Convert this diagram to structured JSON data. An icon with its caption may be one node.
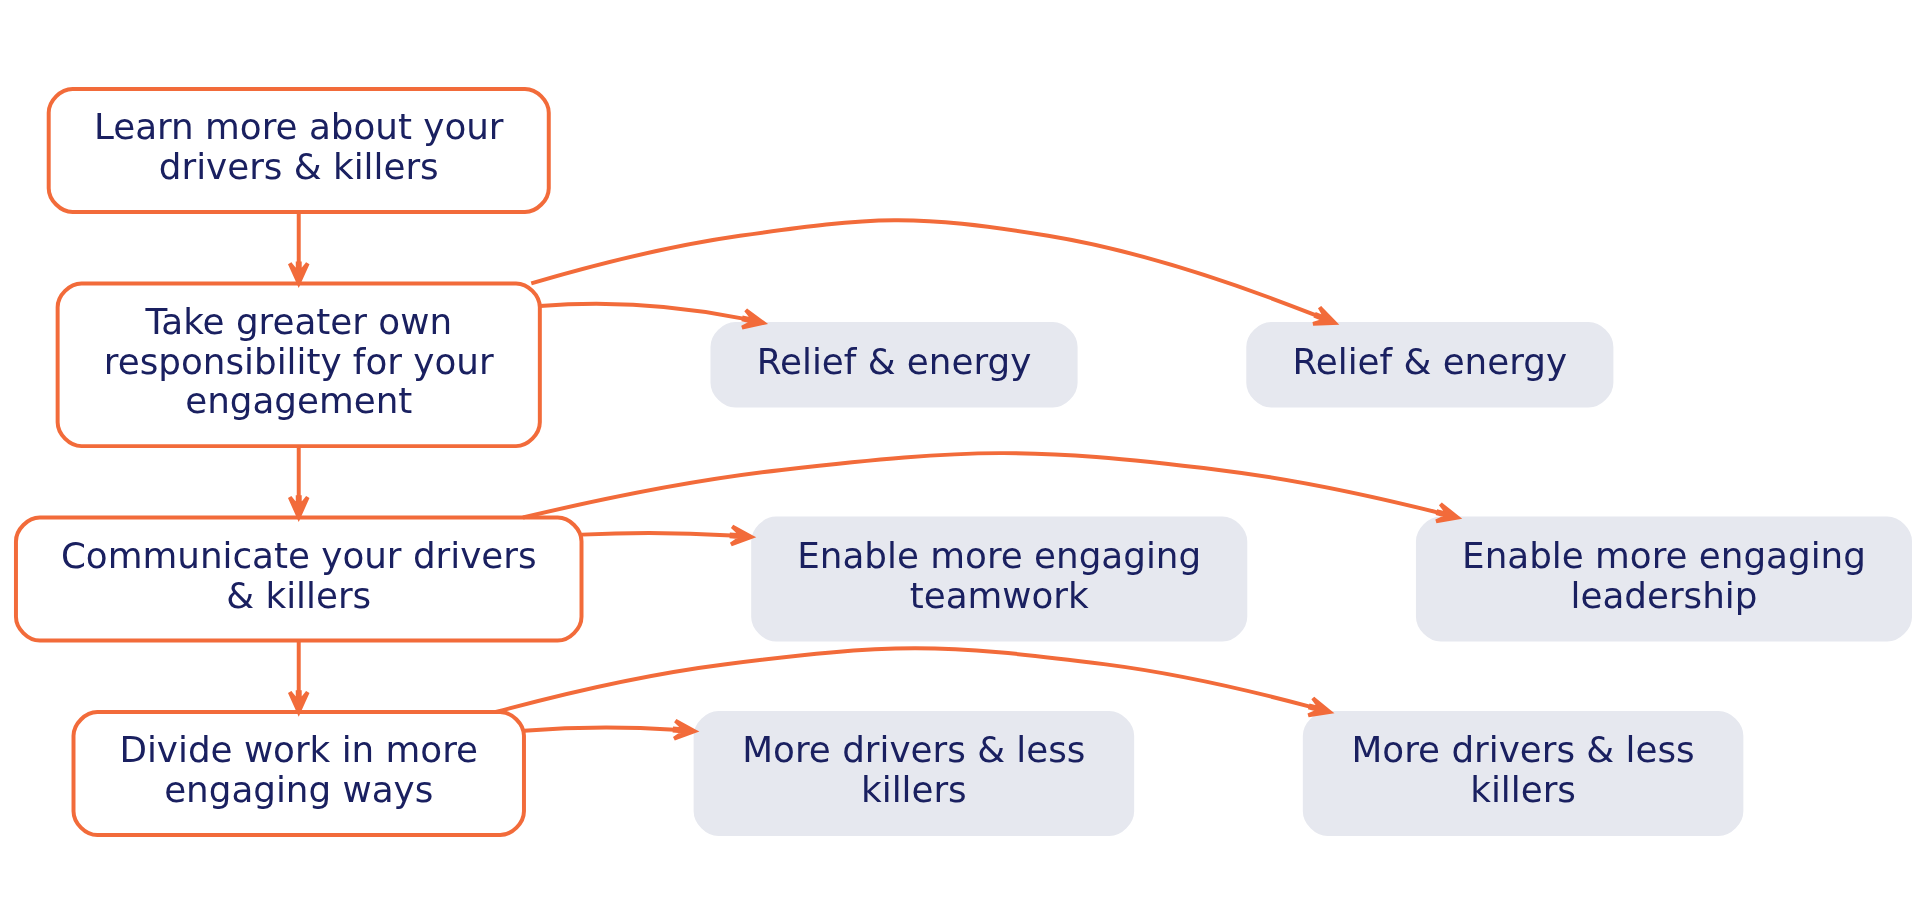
{
  "diagram": {
    "nodes": [
      {
        "text": [
          "Learn more about your drivers & killers"
        ]
      },
      {
        "text": [
          "Relief & energy"
        ]
      },
      {
        "text": [
          "Relief & energy"
        ]
      },
      {
        "text": [
          "Take greater own responsibility for your engagement"
        ]
      },
      {
        "text": [
          "Enable more engaging leadership"
        ]
      },
      {
        "text": [
          "Enable more engaging teamwork"
        ]
      },
      {
        "text": [
          "Communicate your drivers & killers"
        ]
      },
      {
        "text": [
          "More drivers & less killers"
        ]
      },
      {
        "text": [
          "More drivers & less killers"
        ]
      },
      {
        "text": [
          "Divide work in more engaging ways"
        ]
      }
    ],
    "edges": [
      {
        "from": 0,
        "to": 3,
        "arrow": "to"
      },
      {
        "from": 3,
        "to": 1,
        "arrow": "to"
      },
      {
        "from": 3,
        "to": 2,
        "arrow": "to"
      },
      {
        "from": 3,
        "to": 6,
        "arrow": "to"
      },
      {
        "from": 6,
        "to": 4,
        "arrow": "to"
      },
      {
        "from": 6,
        "to": 5,
        "arrow": "to"
      },
      {
        "from": 6,
        "to": 9,
        "arrow": "to"
      },
      {
        "from": 9,
        "to": 7,
        "arrow": "to"
      },
      {
        "from": 9,
        "to": 8,
        "arrow": "to"
      }
    ]
  }
}
